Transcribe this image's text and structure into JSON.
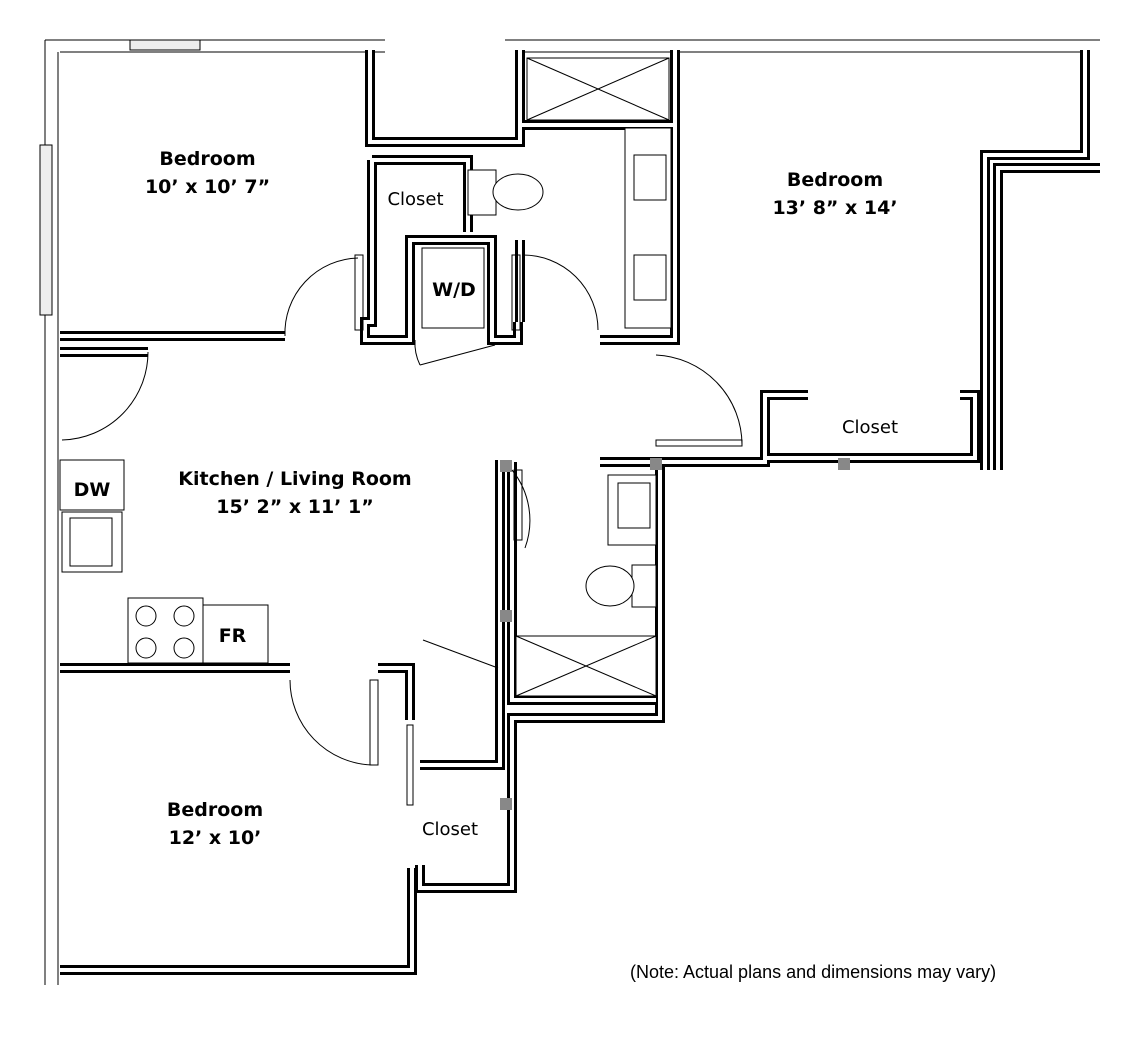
{
  "rooms": [
    {
      "name": "Bedroom",
      "size": "10’ x 10’ 7”"
    },
    {
      "name": "Bedroom",
      "size": "13’ 8” x 14’"
    },
    {
      "name": "Kitchen / Living Room",
      "size": "15’ 2” x 11’ 1”"
    },
    {
      "name": "Bedroom",
      "size": "12’ x 10’"
    }
  ],
  "closets": [
    "Closet",
    "Closet",
    "Closet"
  ],
  "appliances": {
    "washer_dryer": "W/D",
    "dishwasher": "DW",
    "fridge": "FR"
  },
  "note": "(Note: Actual plans and dimensions may vary)"
}
